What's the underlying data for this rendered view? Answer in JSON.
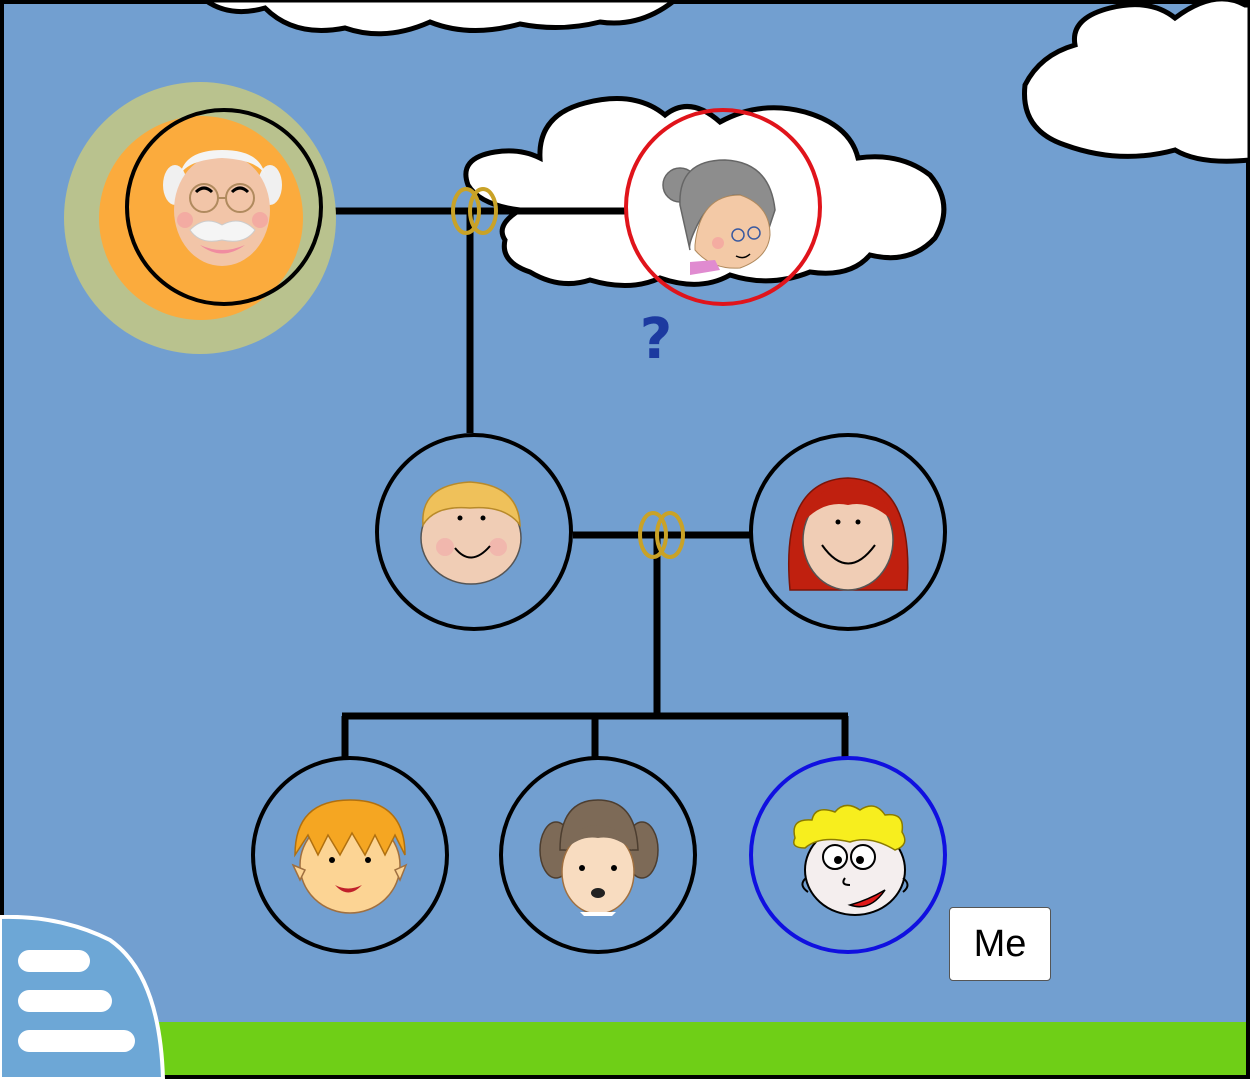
{
  "me_label": "Me",
  "unknown_marker": "?",
  "colors": {
    "sky": "#729fd0",
    "grass": "#6fcf17",
    "cloud": "#ffffff",
    "ring_gold": "#c9a227",
    "highlight_red": "#e0141b",
    "highlight_blue": "#1010e0",
    "node_border": "#000000",
    "sun_outer": "#b9c28e",
    "sun_inner": "#fbab3d"
  },
  "people": [
    {
      "id": "grandfather",
      "icon": "old-man-face-icon"
    },
    {
      "id": "grandmother",
      "icon": "old-woman-face-icon",
      "highlight": "red"
    },
    {
      "id": "father",
      "icon": "man-face-icon"
    },
    {
      "id": "mother",
      "icon": "red-hair-woman-face-icon"
    },
    {
      "id": "brother",
      "icon": "boy-face-icon"
    },
    {
      "id": "sister",
      "icon": "girl-face-icon"
    },
    {
      "id": "me",
      "icon": "blonde-kid-face-icon",
      "highlight": "blue"
    }
  ]
}
